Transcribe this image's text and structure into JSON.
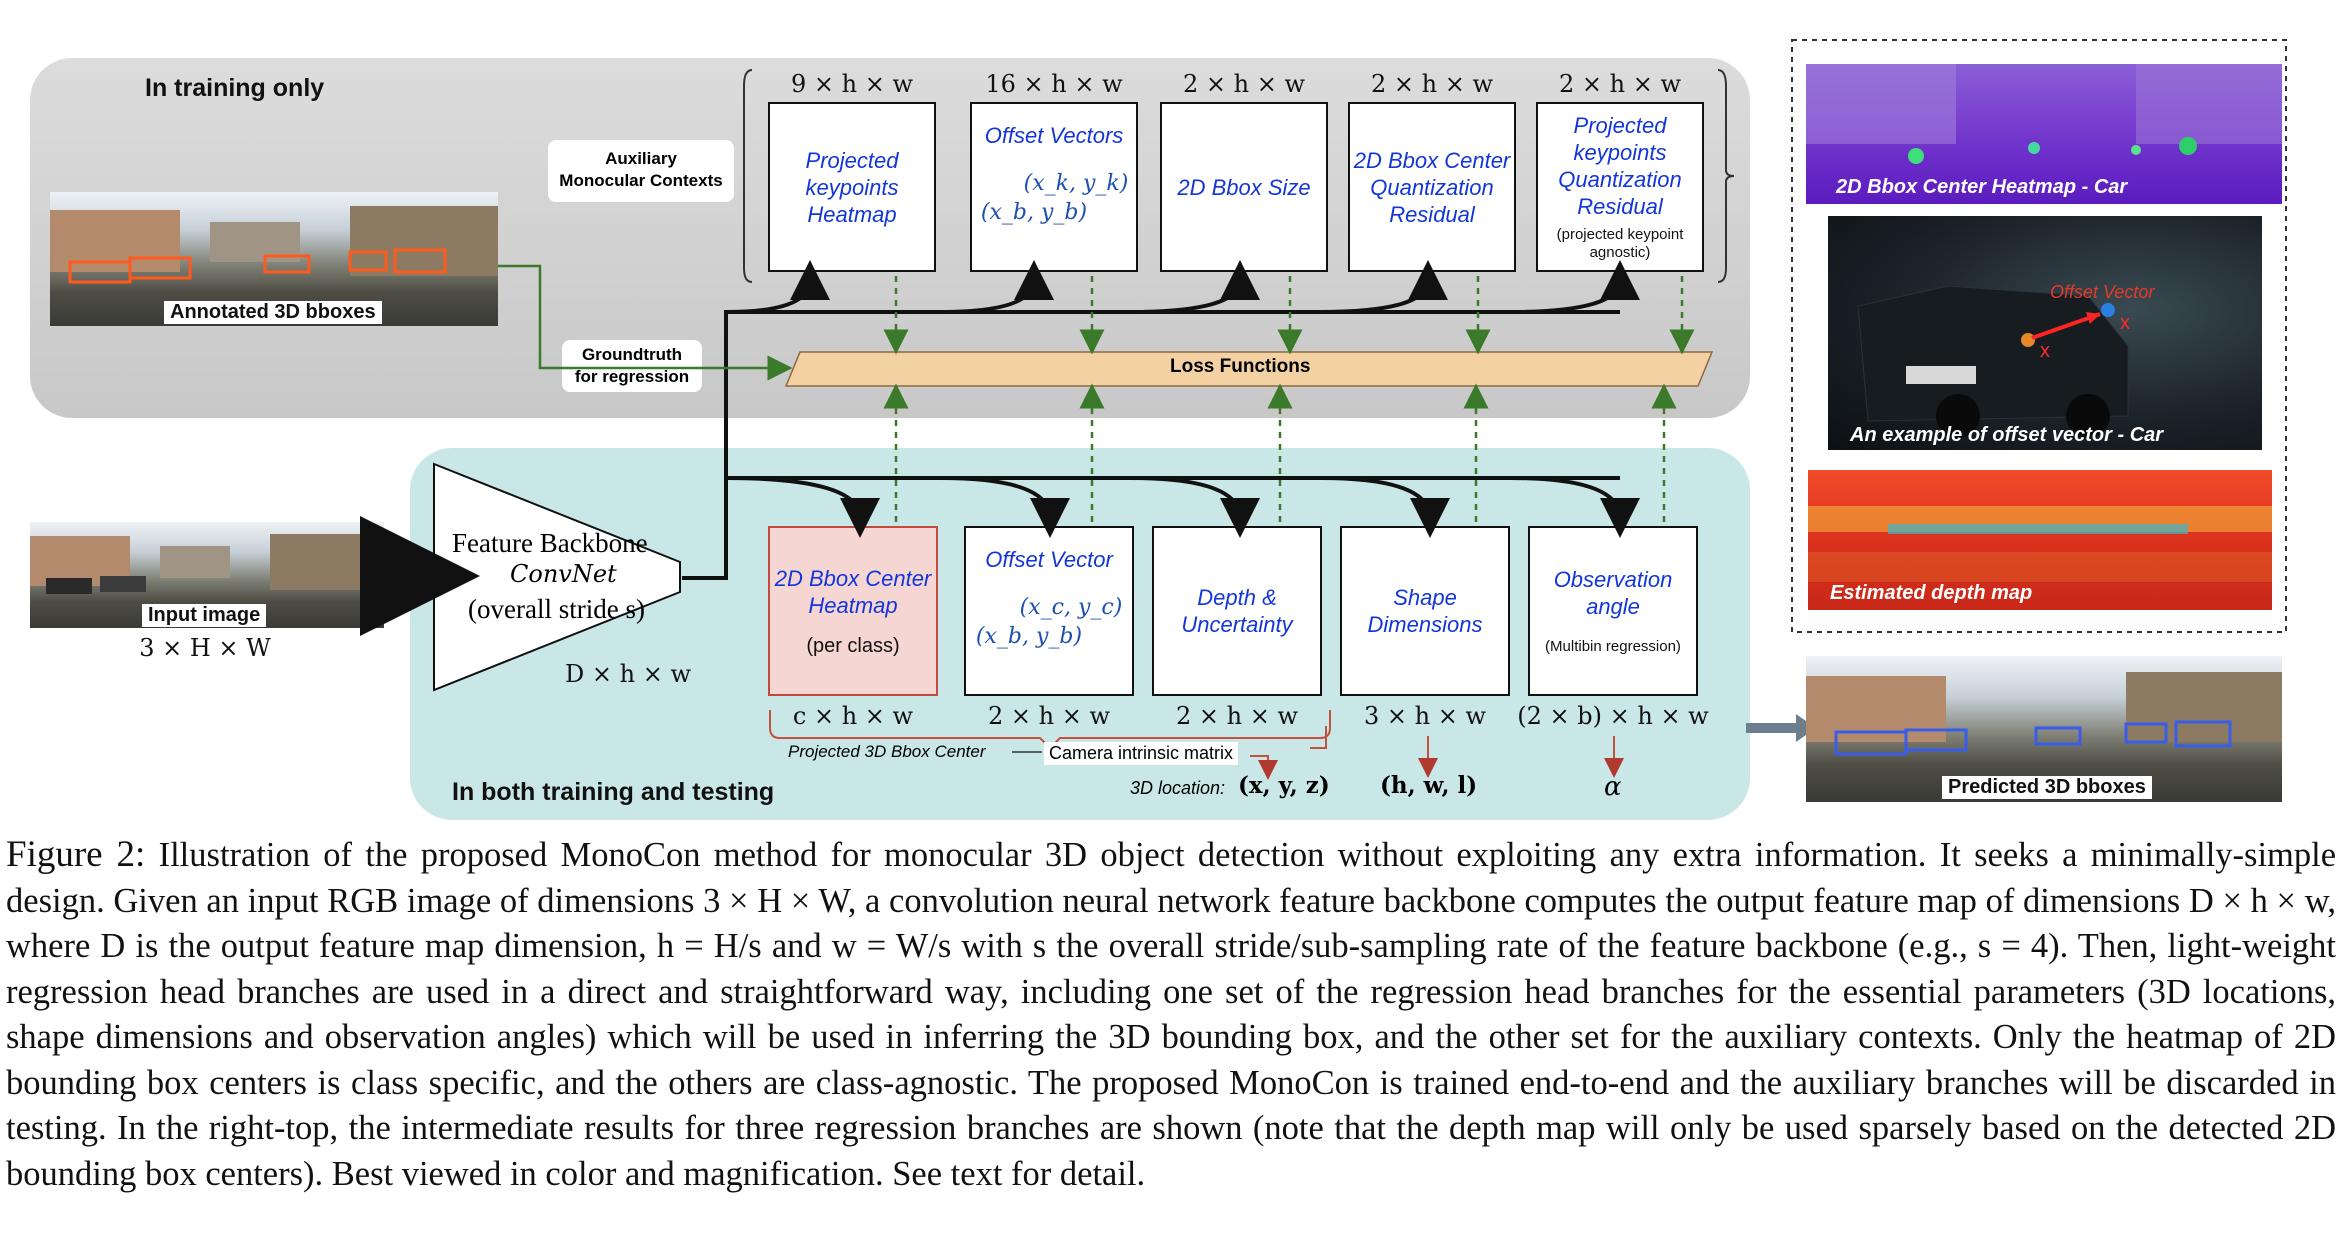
{
  "panels": {
    "training_only": "In training only",
    "both": "In both training and testing"
  },
  "aux_label": "Auxiliary\nMonocular Contexts",
  "groundtruth_label": "Groundtruth\nfor regression",
  "loss_label": "Loss Functions",
  "annotated_label": "Annotated 3D bboxes",
  "input_label": "Input image",
  "input_dim": "3 × H × W",
  "backbone": {
    "title": "Feature Backbone",
    "name": "ConvNet",
    "stride": "(overall stride s)",
    "dim": "D × h × w"
  },
  "aux_heads": [
    {
      "dim": "9 × h × w",
      "title": "Projected keypoints Heatmap"
    },
    {
      "dim": "16 × h × w",
      "title": "Offset Vectors",
      "math1": "(x_k, y_k)",
      "math2": "(x_b, y_b)"
    },
    {
      "dim": "2 × h × w",
      "title": "2D Bbox Size"
    },
    {
      "dim": "2 × h × w",
      "title": "2D Bbox Center Quantization Residual"
    },
    {
      "dim": "2 × h × w",
      "title": "Projected keypoints Quantization Residual",
      "note": "(projected keypoint agnostic)"
    }
  ],
  "main_heads": [
    {
      "dim": "c × h × w",
      "title": "2D Bbox Center Heatmap",
      "note": "(per class)"
    },
    {
      "dim": "2 × h × w",
      "title": "Offset Vector",
      "math1": "(x_c, y_c)",
      "math2": "(x_b, y_b)"
    },
    {
      "dim": "2 × h × w",
      "title": "Depth & Uncertainty"
    },
    {
      "dim": "3 × h × w",
      "title": "Shape Dimensions"
    },
    {
      "dim": "(2 × b) × h × w",
      "title": "Observation angle",
      "note": "(Multibin regression)"
    }
  ],
  "projected_center": "Projected 3D Bbox Center",
  "camera_matrix": "Camera intrinsic matrix",
  "location_label": "3D location:",
  "location_math": "(x, y, z)",
  "shape_math": "(h, w, l)",
  "angle_math": "α",
  "right_panels": {
    "heatmap": "2D Bbox Center Heatmap - Car",
    "offset": "An example of offset vector - Car",
    "offset_vector": "Offset Vector",
    "xc": "x",
    "xb": "x",
    "depth": "Estimated depth map",
    "predicted": "Predicted 3D bboxes"
  },
  "caption": {
    "label": "Figure 2:",
    "text": "Illustration of the proposed MonoCon method for monocular 3D object detection without exploiting any extra information. It seeks a minimally-simple design. Given an input RGB image of dimensions 3 × H × W, a convolution neural network feature backbone computes the output feature map of dimensions D × h × w, where D is the output feature map dimension, h = H/s and w = W/s with s the overall stride/sub-sampling rate of the feature backbone (e.g., s = 4). Then, light-weight regression head branches are used in a direct and straightforward way, including one set of the regression head branches for the essential parameters (3D locations, shape dimensions and observation angles) which will be used in inferring the 3D bounding box, and the other set for the auxiliary contexts. Only the heatmap of 2D bounding box centers is class specific, and the others are class-agnostic. The proposed MonoCon is trained end-to-end and the auxiliary branches will be discarded in testing. In the right-top, the intermediate results for three regression branches are shown (note that the depth map will only be used sparsely based on the detected 2D bounding box centers). Best viewed in color and magnification. See text for detail."
  },
  "colors": {
    "head_text": "#1336d8",
    "loss_fill": "#f3d1a2",
    "teal_panel": "#c9e7e6",
    "dashed_arrow": "#3a7a2a",
    "red_arrow": "#b03a2e"
  }
}
